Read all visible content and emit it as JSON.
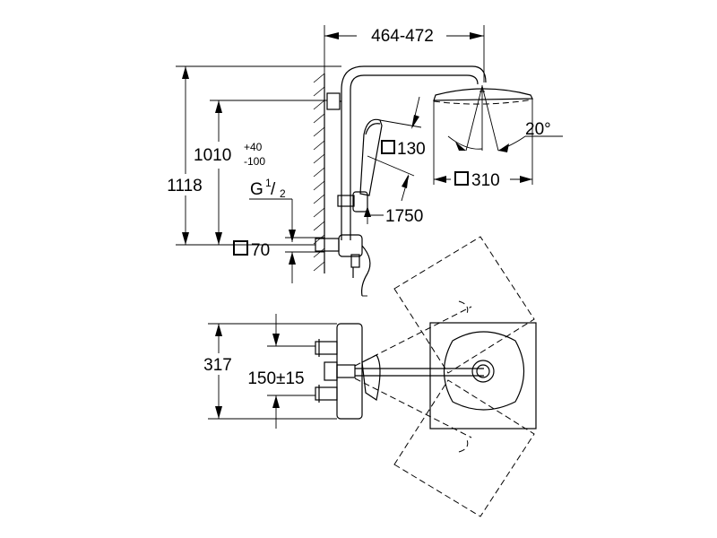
{
  "dimensions": {
    "arm_reach": "464-472",
    "head_angle": "20°",
    "head_size": "310",
    "hand_shower_size": "130",
    "hose_length": "1750",
    "total_height": "1118",
    "outlet_height": "1010",
    "outlet_tol_plus": "+40",
    "outlet_tol_minus": "-100",
    "thread_g": "G",
    "thread_num": "1",
    "thread_den": "2",
    "escutcheon_size": "70",
    "plan_depth": "317",
    "inlet_spacing": "150±15"
  }
}
